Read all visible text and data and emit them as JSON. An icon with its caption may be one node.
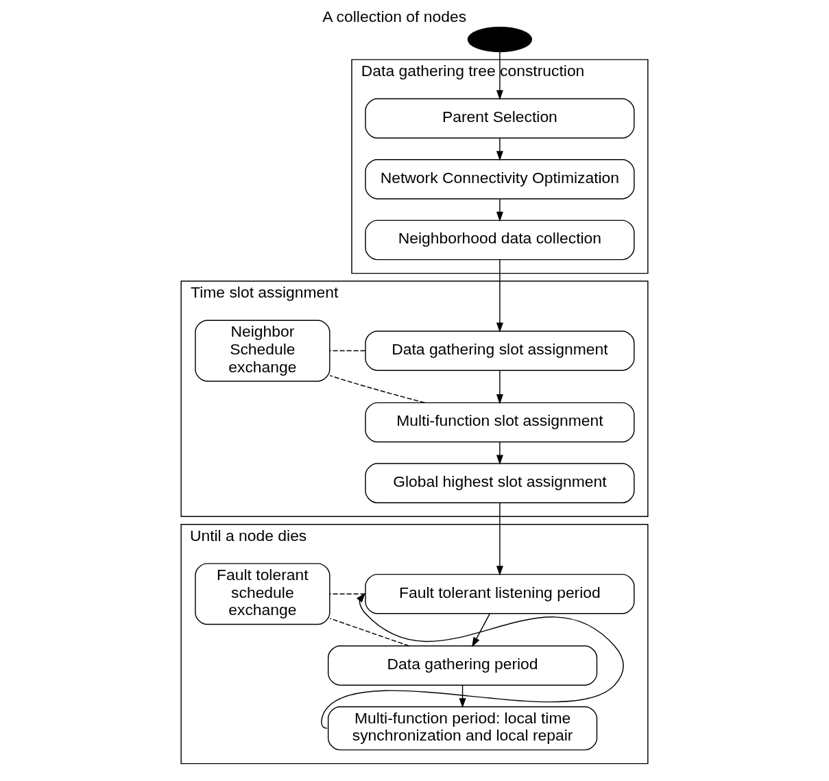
{
  "diagram": {
    "nodes": [
      {
        "text": [],
        "shape": "ellipse",
        "beside": [
          "A collection of nodes"
        ]
      },
      {
        "text": [
          "Data gathering tree construction"
        ]
      },
      {
        "text": [
          "Parent Selection"
        ],
        "in": 1
      },
      {
        "text": [
          "Network Connectivity Optimization"
        ],
        "in": 1
      },
      {
        "text": [
          "Neighborhood data collection"
        ],
        "in": 1
      },
      {
        "text": [
          "Time slot assignment"
        ]
      },
      {
        "text": [
          "Data gathering slot assignment"
        ],
        "in": 5
      },
      {
        "text": [
          "Multi-function slot assignment"
        ],
        "in": 5
      },
      {
        "text": [
          "Global highest slot assignment"
        ],
        "in": 5
      },
      {
        "text": [
          "Neighbor Schedule exchange"
        ],
        "in": 5
      },
      {
        "text": [
          "Until a node dies"
        ]
      },
      {
        "text": [
          "Fault tolerant listening period"
        ],
        "in": 10
      },
      {
        "text": [
          "Data gathering period"
        ],
        "in": 10
      },
      {
        "text": [
          "Multi-function period: local time synchronization and local repair"
        ],
        "in": 10
      },
      {
        "text": [
          "Fault tolerant schedule exchange"
        ],
        "in": 10
      }
    ],
    "edges": [
      {
        "from": 0,
        "to": 2,
        "arrow": "to"
      },
      {
        "from": 2,
        "to": 3,
        "arrow": "to"
      },
      {
        "from": 3,
        "to": 4,
        "arrow": "to"
      },
      {
        "from": 4,
        "to": 6,
        "arrow": "to"
      },
      {
        "from": 6,
        "to": 7,
        "arrow": "to"
      },
      {
        "from": 7,
        "to": 8,
        "arrow": "to"
      },
      {
        "from": 8,
        "to": 11,
        "arrow": "to"
      },
      {
        "from": 11,
        "to": 12,
        "arrow": "to"
      },
      {
        "from": 12,
        "to": 13,
        "arrow": "to"
      },
      {
        "from": 13,
        "to": 11,
        "arrow": "to"
      },
      {
        "from": 6,
        "to": 9,
        "arrow": "none",
        "style": "dashed"
      },
      {
        "from": 7,
        "to": 9,
        "arrow": "none",
        "style": "dashed"
      },
      {
        "from": 11,
        "to": 14,
        "arrow": "none",
        "style": "dashed"
      },
      {
        "from": 12,
        "to": 14,
        "arrow": "none",
        "style": "dashed"
      }
    ]
  }
}
